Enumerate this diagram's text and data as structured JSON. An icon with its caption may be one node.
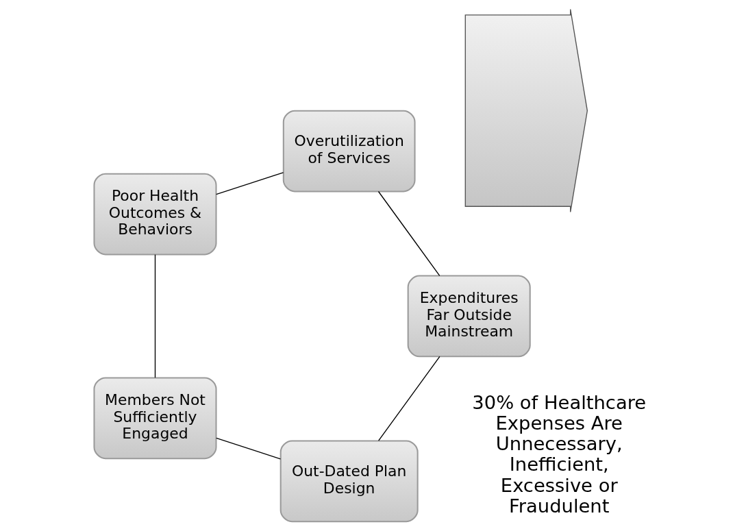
{
  "diagram": {
    "nodes": [
      {
        "text": [
          "Out-Dated Plan Design"
        ]
      },
      {
        "text": [
          "Expenditures Far Outside Mainstream"
        ]
      },
      {
        "text": [
          "Members Not Sufficiently Engaged"
        ]
      },
      {
        "text": [],
        "shape": "arrow"
      },
      {
        "text": [
          "Overutilization of Services"
        ]
      },
      {
        "text": [
          "Poor Health Outcomes & Behaviors"
        ]
      }
    ],
    "edges": [
      {
        "from": 0,
        "to": 2,
        "arrow": "none"
      },
      {
        "from": 2,
        "to": 5,
        "arrow": "none"
      },
      {
        "from": 5,
        "to": 4,
        "arrow": "none"
      },
      {
        "from": 4,
        "to": 1,
        "arrow": "none"
      },
      {
        "from": 1,
        "to": 0,
        "arrow": "none"
      }
    ],
    "labels": [
      "30% of Healthcare Expenses Are Unnecessary, Inefficient, Excessive or Fraudulent"
    ]
  }
}
